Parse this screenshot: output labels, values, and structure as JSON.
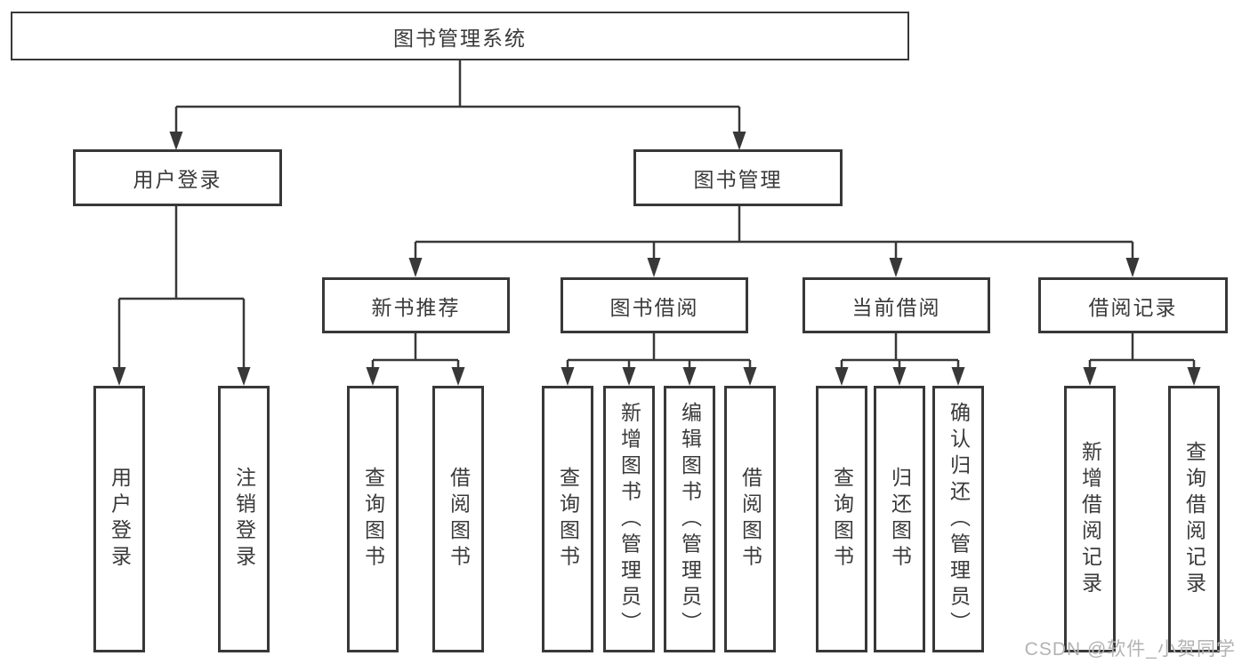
{
  "diagram": {
    "root": {
      "label": "图书管理系统",
      "children": [
        {
          "label": "用户登录",
          "children": [
            {
              "label": "用户登录"
            },
            {
              "label": "注销登录"
            }
          ]
        },
        {
          "label": "图书管理",
          "children": [
            {
              "label": "新书推荐",
              "children": [
                {
                  "label": "查询图书"
                },
                {
                  "label": "借阅图书"
                }
              ]
            },
            {
              "label": "图书借阅",
              "children": [
                {
                  "label": "查询图书"
                },
                {
                  "label": "新增图书（管理员）"
                },
                {
                  "label": "编辑图书（管理员）"
                },
                {
                  "label": "借阅图书"
                }
              ]
            },
            {
              "label": "当前借阅",
              "children": [
                {
                  "label": "查询图书"
                },
                {
                  "label": "归还图书"
                },
                {
                  "label": "确认归还（管理员）"
                }
              ]
            },
            {
              "label": "借阅记录",
              "children": [
                {
                  "label": "新增借阅记录"
                },
                {
                  "label": "查询借阅记录"
                }
              ]
            }
          ]
        }
      ]
    }
  },
  "watermark": {
    "text": "CSDN @软件_小贺同学"
  },
  "colors": {
    "line": "#383838",
    "box_border": "#383838",
    "text": "#3a3a3a",
    "watermark": "#b3b3b3",
    "background": "#ffffff"
  }
}
